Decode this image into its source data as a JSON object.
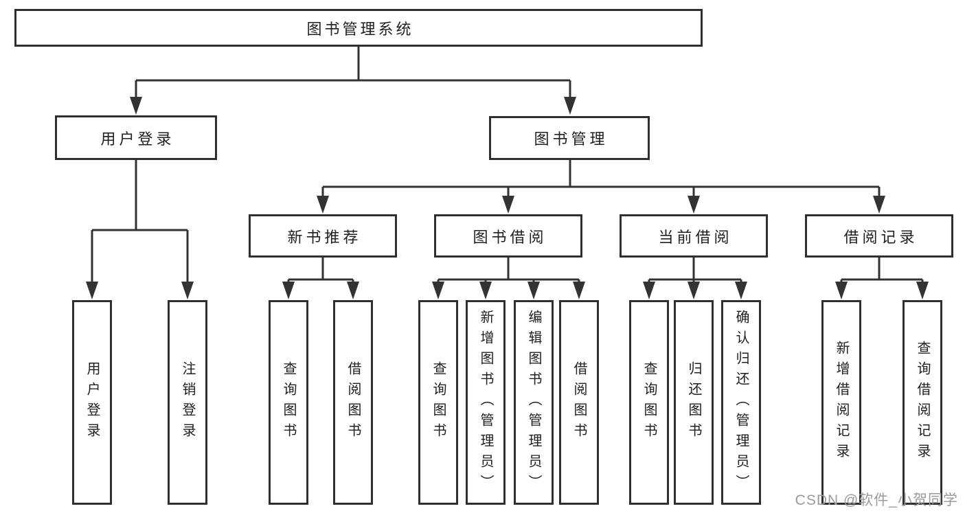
{
  "tree": {
    "label": "图书管理系统",
    "children": [
      {
        "label": "用户登录",
        "children": [
          {
            "label": "用户登录"
          },
          {
            "label": "注销登录"
          }
        ]
      },
      {
        "label": "图书管理",
        "children": [
          {
            "label": "新书推荐",
            "children": [
              {
                "label": "查询图书"
              },
              {
                "label": "借阅图书"
              }
            ]
          },
          {
            "label": "图书借阅",
            "children": [
              {
                "label": "查询图书"
              },
              {
                "label": "新增图书（管理员）"
              },
              {
                "label": "编辑图书（管理员）"
              },
              {
                "label": "借阅图书"
              }
            ]
          },
          {
            "label": "当前借阅",
            "children": [
              {
                "label": "查询图书"
              },
              {
                "label": "归还图书"
              },
              {
                "label": "确认归还（管理员）"
              }
            ]
          },
          {
            "label": "借阅记录",
            "children": [
              {
                "label": "新增借阅记录"
              },
              {
                "label": "查询借阅记录"
              }
            ]
          }
        ]
      }
    ]
  },
  "watermark": "CSDN @软件_小贺同学",
  "colors": {
    "line": "#333333",
    "box_border": "#2f2f2f",
    "box_fill": "#ffffff",
    "text": "#1f1f1f",
    "watermark": "#9b9b9b"
  }
}
